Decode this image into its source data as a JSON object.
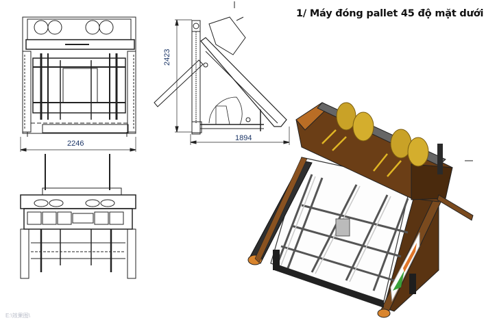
{
  "title": "1/ Máy đóng pallet 45 độ mặt dưới",
  "views": {
    "front_view": {
      "label": "front-elevation",
      "dimension_width": "2246"
    },
    "side_view": {
      "label": "side-elevation",
      "dimension_height": "2423",
      "dimension_width": "1894"
    },
    "top_view": {
      "label": "plan-view"
    },
    "render_3d": {
      "label": "isometric-render",
      "colors": {
        "frame": "#2a2a2a",
        "wood_panel": "#6b3e16",
        "accent_orange": "#d9852e",
        "gold_wheel": "#c9a227",
        "green_logo": "#3aa03a"
      }
    }
  },
  "footer": {
    "path_text": "E:\\效果图\\"
  }
}
